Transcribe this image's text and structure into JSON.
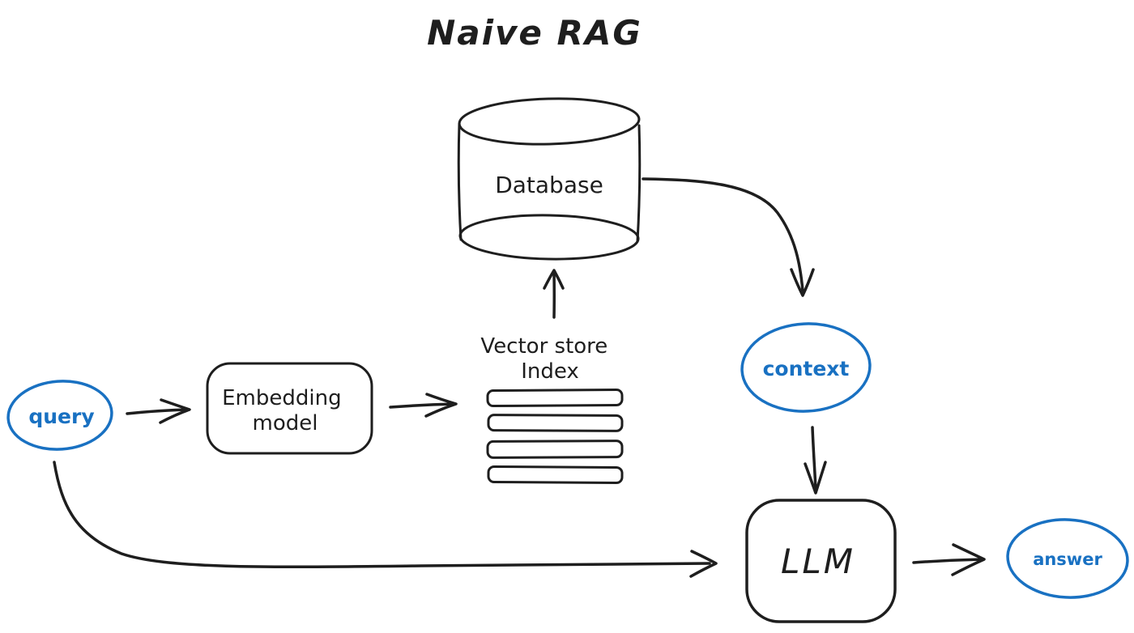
{
  "title": "Naive RAG",
  "colors": {
    "ink": "#1e1e1e",
    "accent_blue": "#1971c2",
    "background": "#ffffff"
  },
  "nodes": {
    "query": {
      "label": "query",
      "shape": "ellipse",
      "color": "blue"
    },
    "embedding_model": {
      "label_line1": "Embedding",
      "label_line2": "model",
      "shape": "rounded-rect",
      "color": "black"
    },
    "vector_store_index": {
      "label_line1": "Vector store",
      "label_line2": "Index",
      "shape": "bar-stack",
      "bar_count": 4,
      "color": "black"
    },
    "database": {
      "label": "Database",
      "shape": "cylinder",
      "color": "black"
    },
    "context": {
      "label": "context",
      "shape": "ellipse",
      "color": "blue"
    },
    "llm": {
      "label": "LLM",
      "shape": "rounded-rect",
      "color": "black"
    },
    "answer": {
      "label": "answer",
      "shape": "ellipse",
      "color": "blue"
    }
  },
  "edges": [
    {
      "from": "query",
      "to": "embedding_model",
      "style": "straight-arrow"
    },
    {
      "from": "embedding_model",
      "to": "vector_store_index",
      "style": "straight-arrow"
    },
    {
      "from": "vector_store_index",
      "to": "database",
      "style": "up-arrow"
    },
    {
      "from": "database",
      "to": "context",
      "style": "curved-arrow"
    },
    {
      "from": "context",
      "to": "llm",
      "style": "down-arrow"
    },
    {
      "from": "llm",
      "to": "answer",
      "style": "straight-arrow"
    },
    {
      "from": "query",
      "to": "llm",
      "style": "long-curved-arrow"
    }
  ]
}
